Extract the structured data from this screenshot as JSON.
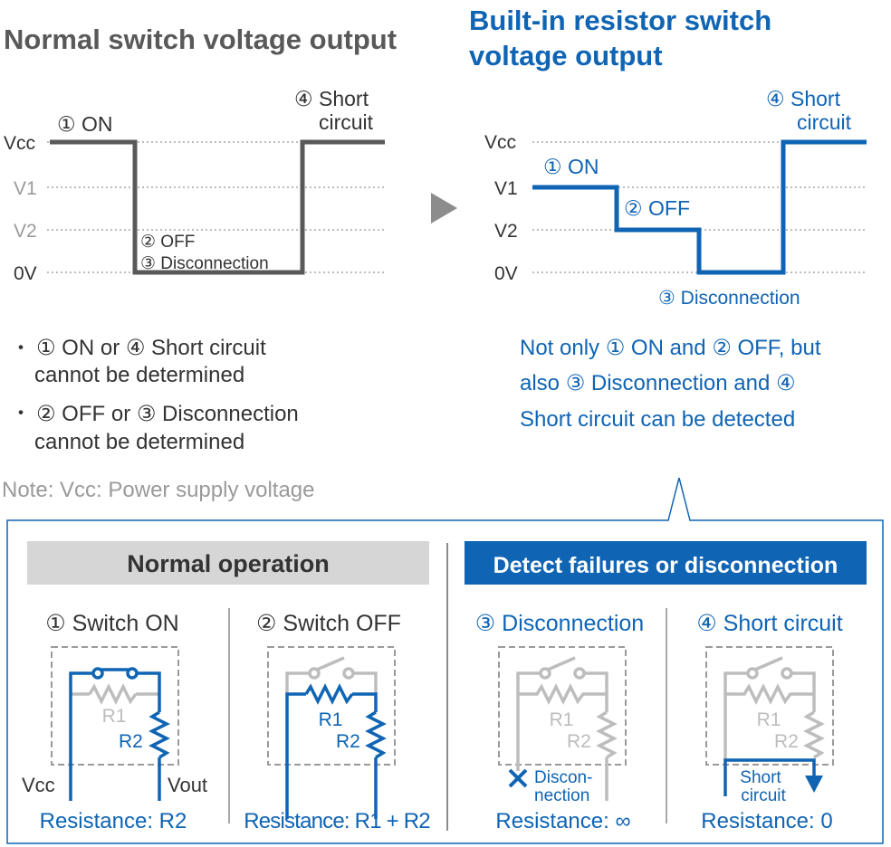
{
  "colors": {
    "gray_dark": "#595959",
    "gray_light": "#bdbdbd",
    "gray_mid": "#9a9a9a",
    "blue": "#0f64b4",
    "header_gray_bg": "#d6d6d6",
    "header_blue_bg": "#0f64b4"
  },
  "left": {
    "title": "Normal switch voltage output",
    "labels": {
      "vcc": "Vcc",
      "v1": "V1",
      "v2": "V2",
      "zero": "0V",
      "on": "① ON",
      "short_1": "④ Short",
      "short_2": "circuit",
      "off": "② OFF",
      "disc": "③ Disconnection"
    },
    "bullets": [
      {
        "mark": "・",
        "line1": "① ON or ④ Short circuit",
        "line2": "cannot be determined"
      },
      {
        "mark": "・",
        "line1": "② OFF or ③ Disconnection",
        "line2": "cannot be determined"
      }
    ],
    "note": "Note: Vcc: Power supply voltage"
  },
  "right": {
    "title_1": "Built-in resistor switch",
    "title_2": "voltage output",
    "labels": {
      "vcc": "Vcc",
      "v1": "V1",
      "v2": "V2",
      "zero": "0V",
      "on": "① ON",
      "off": "② OFF",
      "disc": "③ Disconnection",
      "short_1": "④ Short",
      "short_2": "circuit"
    },
    "summary": [
      "Not only ① ON and ② OFF, but",
      "also ③ Disconnection and ④",
      "Short circuit can be detected"
    ]
  },
  "panel": {
    "normal_header": "Normal operation",
    "detect_header": "Detect failures or disconnection",
    "cases": [
      {
        "title": "① Switch ON",
        "resistance": "Resistance: R2",
        "r1": "R1",
        "r2": "R2",
        "vcc": "Vcc",
        "vout": "Vout"
      },
      {
        "title": "② Switch OFF",
        "resistance": "Resistance: R1 + R2",
        "r1": "R1",
        "r2": "R2"
      },
      {
        "title": "③ Disconnection",
        "resistance": "Resistance: ∞",
        "r1": "R1",
        "r2": "R2",
        "note_1": "Discon-",
        "note_2": "nection"
      },
      {
        "title": "④ Short circuit",
        "resistance": "Resistance: 0",
        "r1": "R1",
        "r2": "R2",
        "note_1": "Short",
        "note_2": "circuit"
      }
    ]
  }
}
